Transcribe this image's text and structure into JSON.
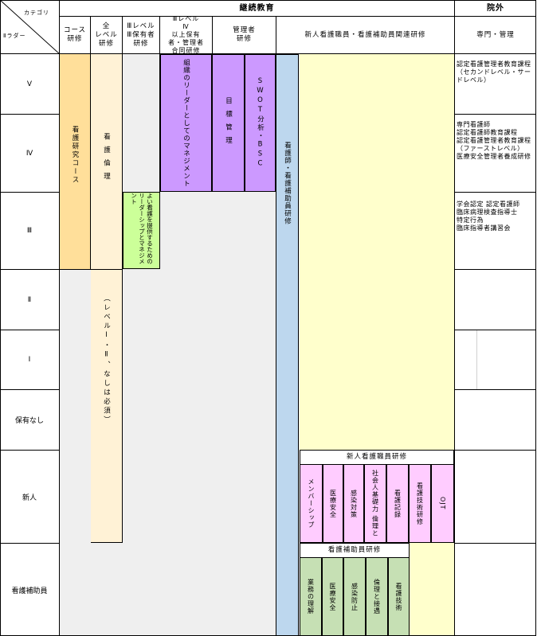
{
  "header": {
    "category_label": "カテゴリ",
    "ladder_label": "Ⅱラダー",
    "continuing_education": "継続教育",
    "external": "院外"
  },
  "columns": {
    "course": "コース\n研修",
    "all_level": "全\nレベル\n研修",
    "level3_holders": "Ⅲレベル\nⅢ保有者\n研修",
    "level4_holders": "Ⅲレベル\nⅣ\n以上保有\n者・管理者\n合同研修",
    "managers": "管理者\n研修",
    "new_staff": "新人看護職員・看護補助員関連研修",
    "specialty": "専門・管理"
  },
  "rows": {
    "v": "Ⅴ",
    "iv": "Ⅳ",
    "iii": "Ⅲ",
    "ii": "Ⅱ",
    "i": "Ⅰ",
    "none": "保有なし",
    "new": "新人",
    "aide": "看護補助員"
  },
  "cells": {
    "research_course": "看護研究コース",
    "nursing_ethics": "看護倫理",
    "ethics_note": "（レベルⅠ・Ⅱ、なしは必須）",
    "leadership": "よい看護を提供するためのリーダーシップとマネジメント",
    "org_management": "組織のリーダーとしてのマネジメント",
    "goal_management": "目標管理",
    "swot": "SWOT分析・BSC",
    "nurse_aide_training": "看護師・看護補助員研修",
    "new_nurse_training": "新人看護職員研修",
    "new_items": [
      "メンバーシップ",
      "医療安全",
      "感染対策",
      "社会人基礎力",
      "倫理と",
      "看護記録",
      "看護技術研修",
      "OJT"
    ],
    "aide_training": "看護補助員研修",
    "aide_items": [
      "業務の理解",
      "医療安全",
      "感染防止",
      "倫理と接遇",
      "看護技術"
    ]
  },
  "external": {
    "v": "認定看護管理者教育課程（セカンドレベル・サードレベル）",
    "iv": "専門看護師\n認定看護師教育課程\n認定看護管理者教育課程（ファーストレベル）\n医療安全管理者養成研修",
    "iii": "学会認定 認定看護師\n臨床病理検査指導士\n特定行為\n臨床指導者講習会"
  },
  "colors": {
    "grey": "#efefef",
    "orange": "#ffdf9a",
    "cream": "#fff2d6",
    "purple": "#cc99ff",
    "blue": "#bdd7ee",
    "yellow": "#ffffcc",
    "pink": "#ffccff",
    "lightgreen": "#ccff99",
    "green": "#c6e0b4"
  }
}
